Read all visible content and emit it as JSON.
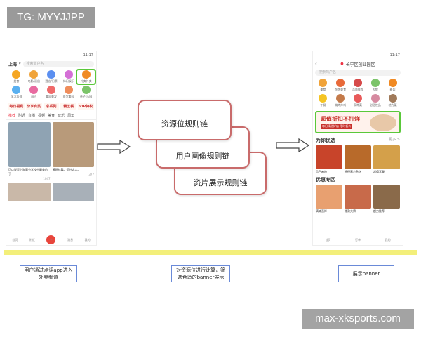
{
  "watermark_top": "TG: MYYJJPP",
  "watermark_bottom": "max-xksports.com",
  "left_phone": {
    "status_time": "11:17",
    "city": "上海",
    "search_placeholder": "搜索商户名",
    "icons": [
      {
        "label": "美食",
        "color": "#f5a623"
      },
      {
        "label": "电影/演出",
        "color": "#f0a33a"
      },
      {
        "label": "酒店/门票",
        "color": "#5b8ff0"
      },
      {
        "label": "休闲娱乐",
        "color": "#d46fd6"
      },
      {
        "label": "外卖外卖",
        "color": "#f08a24"
      },
      {
        "label": "学习培训",
        "color": "#5ab0f0"
      },
      {
        "label": "丽人",
        "color": "#e86aa0"
      },
      {
        "label": "美容美发",
        "color": "#f06a6a"
      },
      {
        "label": "医学美容",
        "color": "#ef8d5b"
      },
      {
        "label": "亲子/乐园",
        "color": "#7cc46a"
      }
    ],
    "promos": [
      "每日福利",
      "分享有奖",
      "必系列",
      "霸王餐",
      "VIP特权"
    ],
    "tabs": [
      "推荐",
      "附近",
      "直播",
      "视频",
      "美食",
      "玩乐",
      "周年"
    ],
    "cards": [
      {
        "caption": "可以说是上海高分学校中最美的了",
        "color": "#8fa3b3",
        "likes": "1047"
      },
      {
        "caption": "黄玩抖舞。是什么人。",
        "color": "#b89a7a",
        "likes": "377"
      }
    ],
    "tabbar": [
      "首页",
      "附近",
      "",
      "消息",
      "我的"
    ]
  },
  "rules": {
    "r1": "资源位规则链",
    "r2": "用户画像规则链",
    "r3": "资片展示规则链"
  },
  "right_phone": {
    "status_time": "11:17",
    "location": "长宁区创业园区",
    "search_placeholder": "搜索商户名",
    "icons": [
      {
        "label": "美食",
        "color": "#f0a33a"
      },
      {
        "label": "金牌美食",
        "color": "#e86a3a"
      },
      {
        "label": "品质推荐",
        "color": "#d64a4a"
      },
      {
        "label": "大牌",
        "color": "#7cc46a"
      },
      {
        "label": "新店",
        "color": "#f08a24"
      },
      {
        "label": "午餐",
        "color": "#f5c423"
      },
      {
        "label": "烧烤炸鸡",
        "color": "#c47a4a"
      },
      {
        "label": "家常菜",
        "color": "#e85a5a"
      },
      {
        "label": "甜品饮品",
        "color": "#d68aa0"
      },
      {
        "label": "地方菜",
        "color": "#a07a5a"
      }
    ],
    "banner_title": "超值折扣不打烊",
    "banner_sub": "每日精选好店 限时低价",
    "section_picks": "为你优选",
    "more": "更多 >",
    "picks": [
      {
        "title": "品色麻辣",
        "color": "#c8442a"
      },
      {
        "title": "肯德基宅急送",
        "color": "#b86a2a"
      },
      {
        "title": "超值套餐",
        "color": "#d4a04a"
      }
    ],
    "section_zone": "优惠专区",
    "zone": [
      {
        "title": "满减直降",
        "color": "#e8a070"
      },
      {
        "title": "爆款大牌",
        "color": "#c86a4a"
      },
      {
        "title": "超力推荐",
        "color": "#8a6a4a"
      }
    ],
    "tabbar": [
      "首页",
      "订单",
      "我的"
    ]
  },
  "notes": {
    "n1": "用户通过点评app进入外卖频道",
    "n2": "对资源位进行计算，筛选合适的banner展示",
    "n3": "展示banner"
  }
}
